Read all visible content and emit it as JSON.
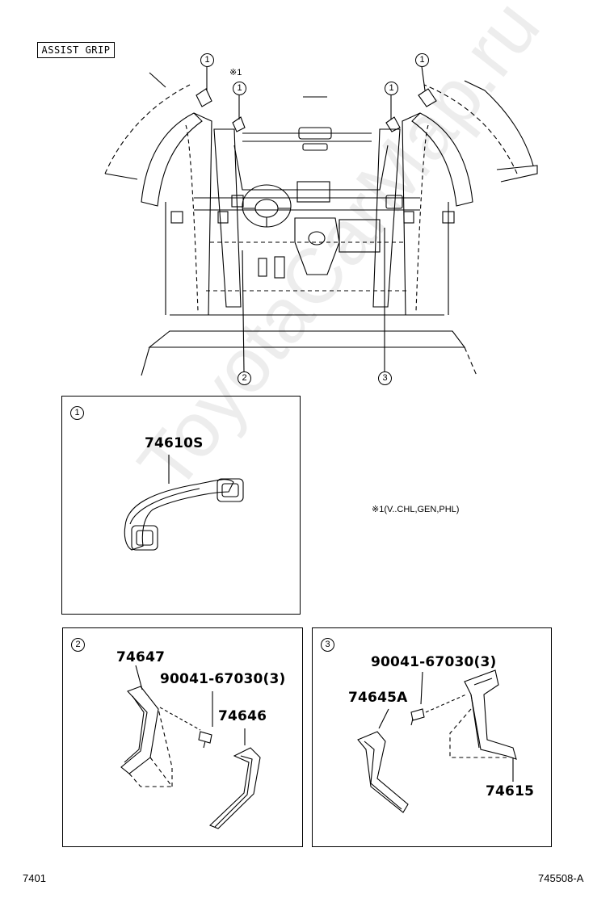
{
  "title": "ASSIST GRIP",
  "note_marker": "※1",
  "note_text": "※1(V..CHL,GEN,PHL)",
  "callouts": {
    "one": "1",
    "two": "2",
    "three": "3"
  },
  "panel1": {
    "label": "1",
    "part": "74610S"
  },
  "panel2": {
    "label": "2",
    "parts": {
      "a": "74647",
      "b": "90041-67030(3)",
      "c": "74646"
    }
  },
  "panel3": {
    "label": "3",
    "parts": {
      "a": "90041-67030(3)",
      "b": "74645A",
      "c": "74615"
    }
  },
  "footer": {
    "left": "7401",
    "right": "745508-A"
  },
  "watermark": "ToyotaCarMap.ru"
}
